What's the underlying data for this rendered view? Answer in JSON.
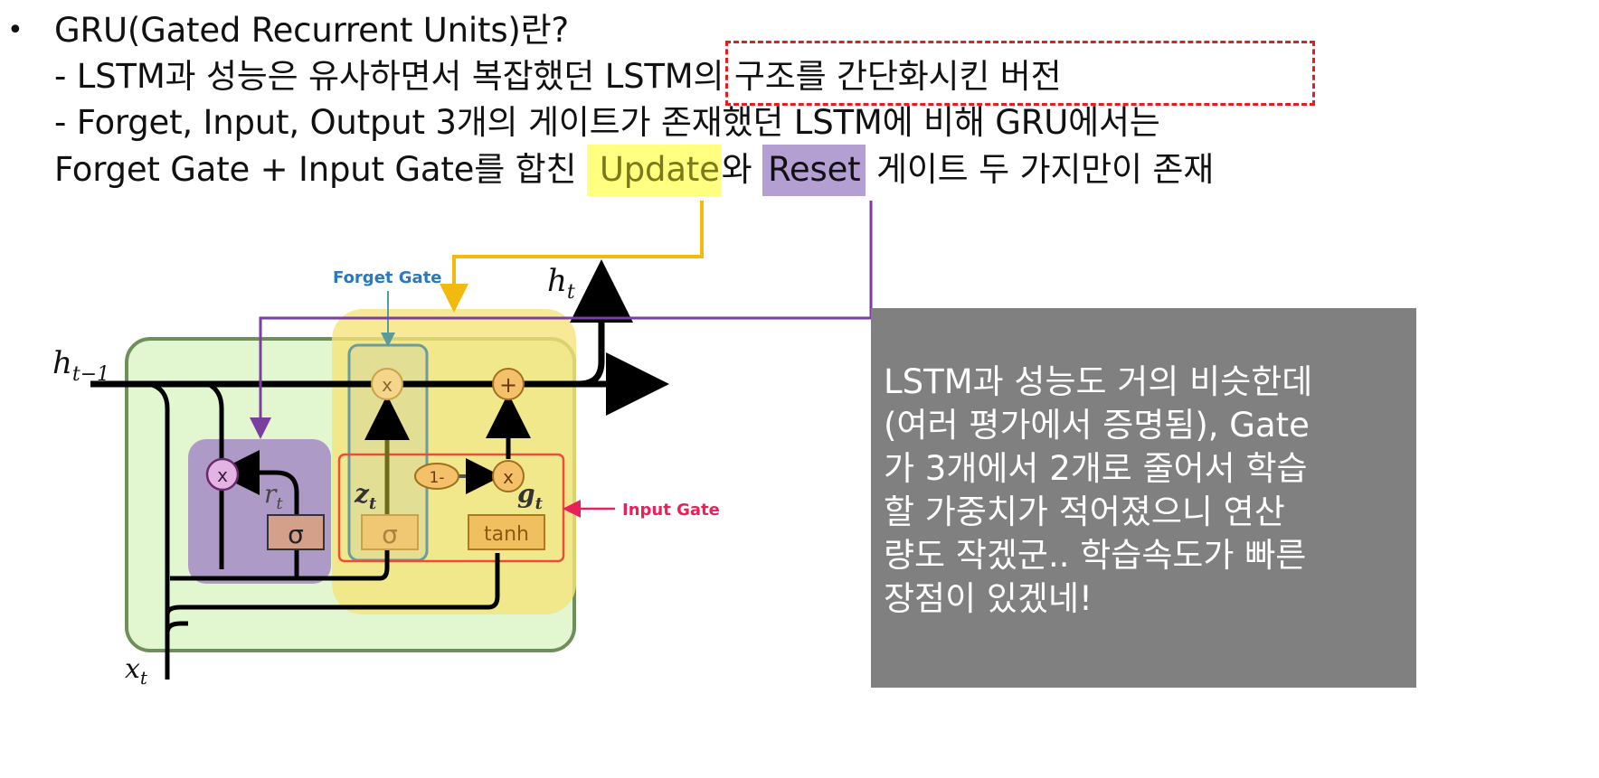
{
  "bullet": "•",
  "text": {
    "line1": "GRU(Gated Recurrent Units)란?",
    "line2_a": "- LSTM과 성능은 유사하면서 복잡했던 ",
    "line2_b": "LSTM의 구조를 간단화시킨 버전",
    "line3": "- Forget, Input, Output 3개의 게이트가 존재했던 LSTM에 비해 GRU에서는",
    "line4_a": "Forget Gate + Input Gate를 합친 ",
    "line4_update": "Update",
    "line4_b": "와 ",
    "line4_reset": "Reset",
    "line4_c": " 게이트 두 가지만이 존재"
  },
  "diagram": {
    "forget_gate_label": "Forget Gate",
    "input_gate_label": "Input Gate",
    "h_t": "h",
    "h_t_sub": "t",
    "h_prev": "h",
    "h_prev_sub": "t−1",
    "x_t": "x",
    "x_t_sub": "t",
    "r_t": "r",
    "r_t_sub": "t",
    "z_t": "z",
    "z_t_sub": "t",
    "g_t": "g",
    "g_t_sub": "t",
    "times": "x",
    "plus": "+",
    "one_minus": "1-",
    "sigma": "σ",
    "tanh": "tanh"
  },
  "note": "LSTM과 성능도 거의 비슷한데\n(여러 평가에서 증명됨), Gate\n가 3개에서 2개로 줄어서 학습\n할 가중치가 적어졌으니 연산\n량도 작겠군.. 학습속도가 빠른\n장점이 있겠네!",
  "colors": {
    "update_highlight": "#ffff80",
    "reset_highlight": "#b49fd2",
    "red_dashed": "#e02020",
    "note_bg": "#808080",
    "cell_green": "#e2f7cf",
    "gate_yellow": "#f5e37a",
    "arrow_orange": "#f2b90f",
    "arrow_purple": "#7b3fa0"
  }
}
